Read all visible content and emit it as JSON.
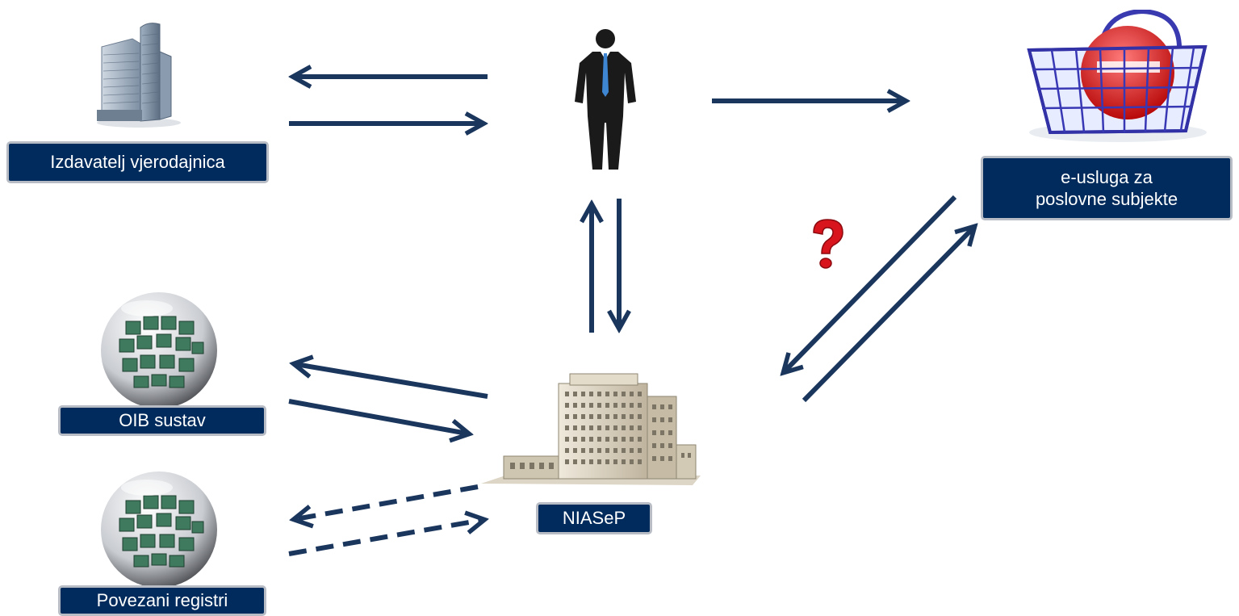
{
  "nodes": {
    "issuer": {
      "label": "Izdavatelj vjerodajnica",
      "icon": "office-tower-icon"
    },
    "user": {
      "icon": "businessman-icon"
    },
    "eservice": {
      "label_line1": "e-usluga za",
      "label_line2": "poslovne subjekte",
      "icon": "e-shopping-basket-icon"
    },
    "oib": {
      "label": "OIB sustav",
      "icon": "network-sphere-icon"
    },
    "registers": {
      "label": "Povezani registri",
      "icon": "network-sphere-icon"
    },
    "niasep": {
      "label": "NIASeP",
      "icon": "government-building-icon"
    },
    "question": {
      "icon": "red-question-mark-icon"
    }
  },
  "colors": {
    "arrow": "#1b365d",
    "label_bg": "#002b5c",
    "label_border": "#b8bcc4",
    "label_text": "#ffffff"
  }
}
